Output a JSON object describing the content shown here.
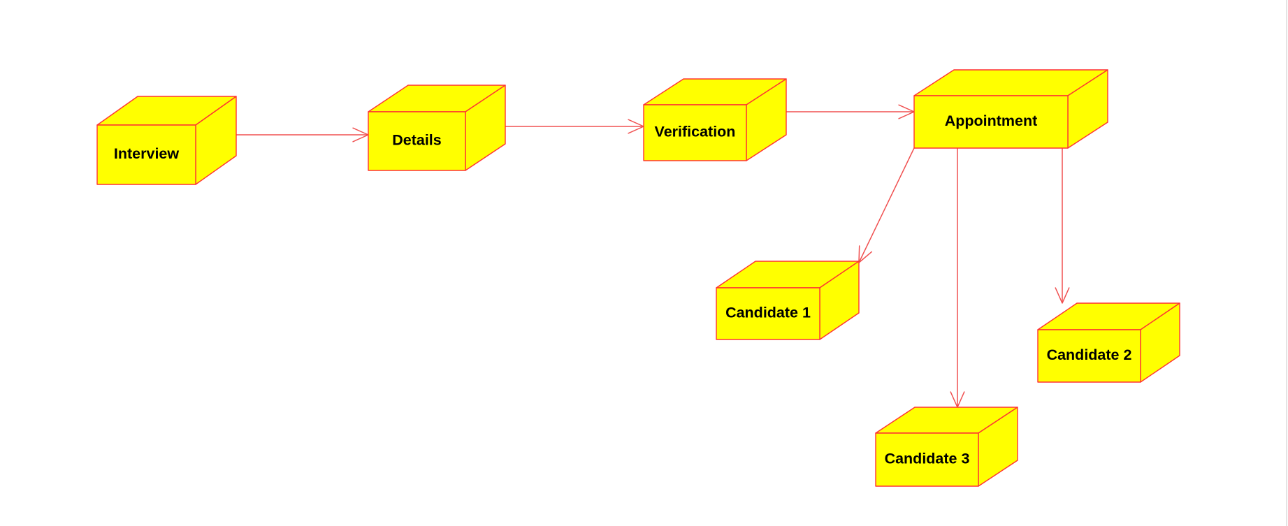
{
  "diagram": {
    "type": "deployment",
    "colors": {
      "node_fill": "#ffff00",
      "node_stroke": "#ff3333",
      "edge_stroke": "#f05050",
      "label_color": "#000000",
      "background": "#ffffff"
    },
    "nodes": [
      {
        "id": "interview",
        "label": "Interview"
      },
      {
        "id": "details",
        "label": "Details"
      },
      {
        "id": "verification",
        "label": "Verification"
      },
      {
        "id": "appointment",
        "label": "Appointment"
      },
      {
        "id": "candidate1",
        "label": "Candidate 1"
      },
      {
        "id": "candidate2",
        "label": "Candidate 2"
      },
      {
        "id": "candidate3",
        "label": "Candidate 3"
      }
    ],
    "edges": [
      {
        "from": "interview",
        "to": "details"
      },
      {
        "from": "details",
        "to": "verification"
      },
      {
        "from": "verification",
        "to": "appointment"
      },
      {
        "from": "appointment",
        "to": "candidate1"
      },
      {
        "from": "appointment",
        "to": "candidate3"
      },
      {
        "from": "appointment",
        "to": "candidate2"
      }
    ]
  }
}
